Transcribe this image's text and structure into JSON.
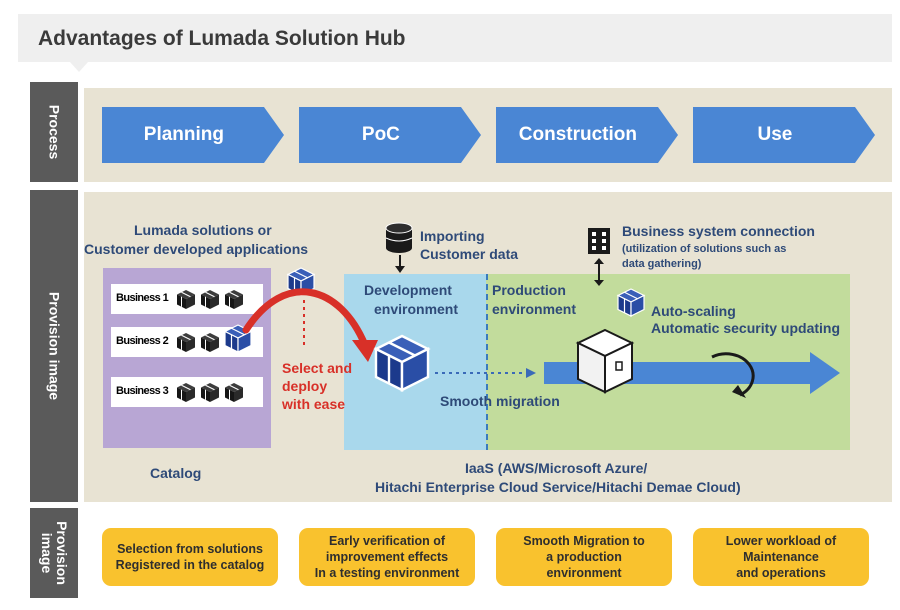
{
  "title": "Advantages of Lumada Solution Hub",
  "side_labels": {
    "process": "Process",
    "provision_image_1": "Provision image",
    "provision_image_2": "Provision image"
  },
  "process_steps": [
    "Planning",
    "PoC",
    "Construction",
    "Use"
  ],
  "solutions_label": [
    "Lumada solutions or",
    "Customer developed applications"
  ],
  "catalog": {
    "rows": [
      "Business 1",
      "Business 2",
      "Business 3"
    ],
    "label": "Catalog"
  },
  "select_deploy": [
    "Select and",
    "deploy",
    "with ease"
  ],
  "importing": [
    "Importing",
    "Customer data"
  ],
  "business_connection": {
    "title": "Business system connection",
    "note": [
      "(utilization of solutions such as",
      "data gathering)"
    ]
  },
  "dev_env": [
    "Development",
    "environment"
  ],
  "prod_env": [
    "Production",
    "environment"
  ],
  "auto_scaling": [
    "Auto-scaling",
    "Automatic security updating"
  ],
  "smooth_migration": "Smooth migration",
  "iaas": [
    "IaaS (AWS/Microsoft Azure/",
    "Hitachi Enterprise Cloud Service/Hitachi Demae Cloud)"
  ],
  "benefits": [
    [
      "Selection from solutions",
      "Registered in the catalog"
    ],
    [
      "Early verification of",
      "improvement effects",
      "In a testing environment"
    ],
    [
      "Smooth Migration to",
      "a production",
      "environment"
    ],
    [
      "Lower workload of",
      "Maintenance",
      "and operations"
    ]
  ],
  "colors": {
    "process_arrow": "#4a86d4",
    "band": "#e8e3d3",
    "catalog": "#b8a6d4",
    "dev_env": "#a9d8ec",
    "prod_env": "#c2dc9c",
    "benefit_box": "#f9c22e",
    "deploy_arrow": "#d83028",
    "side_label": "#5a5a5a"
  },
  "icons": [
    "package-icon",
    "database-icon",
    "building-icon",
    "rotate-icon",
    "box-icon"
  ]
}
